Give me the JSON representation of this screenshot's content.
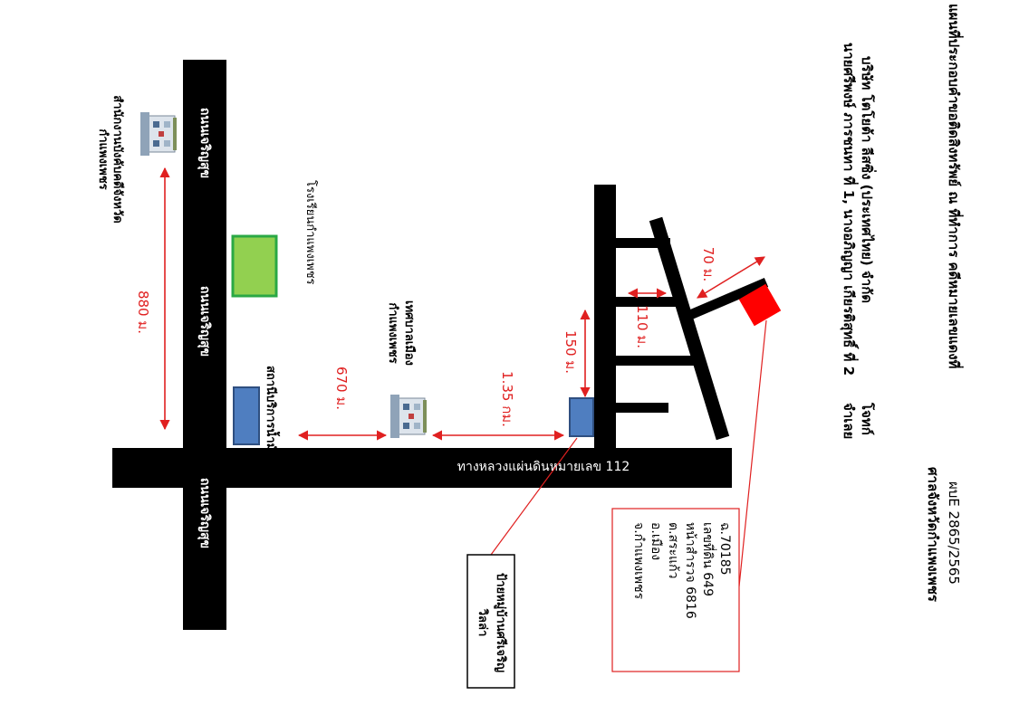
{
  "header": {
    "line1": "แผนที่ประกอบคำขอติดสิงทรัพย์ ณ ที่ทำการ คดีหมายเลขแดงที่",
    "case_no": "ผบE 2865/2565",
    "line2": "บริษัท โตโยต้า ลีสซิ่ง (ประเทศไทย) จำกัด",
    "plaintiff_role": "โจทก์",
    "line3": "นายศรีพงษ์ ภารชนทา ที่ 1, นางอภิญญา เกียรติสุทธิ์ ที่ 2",
    "defendant_role": "จำเลย",
    "court": "ศาลจังหวัดกำแพงเพชร"
  },
  "roads": {
    "main_road": "ทางหลวงแผ่นดินหมายเลข 112",
    "side_road_label": "ถนนเจริญสุข"
  },
  "landmarks": {
    "provincial_office": "สำนักงานบังคับคดีจังหวัดกำแพงเพชร",
    "school": "โรงเรียนกำแพงเพชร",
    "gas_station": "สถานีบริการน้ำมัน",
    "municipality": "เทศบาลเมืองกำแพงเพชร",
    "village_sign": "ป้ายหมู่บ้านศรีเจริญวิลล่า"
  },
  "distances": {
    "d880": "880 ม.",
    "d670": "670 ม.",
    "d135": "1.35 กม.",
    "d150": "150 ม.",
    "d110": "110 ม.",
    "d70": "70 ม."
  },
  "property": {
    "line1": "ฉ.70185",
    "line2": "เลขที่ดิน 649",
    "line3": "หน้าสำรวจ 6816",
    "line4": "ต.สระแก้ว",
    "line5": "อ.เมือง",
    "line6": "จ.กำแพงเพชร"
  },
  "colors": {
    "road": "#000000",
    "arrow": "#e02020",
    "school_fill": "#92d050",
    "school_border": "#2aa845",
    "building_fill": "#4f7ec0",
    "building_border": "#2f4f80",
    "target": "#ff0000"
  }
}
